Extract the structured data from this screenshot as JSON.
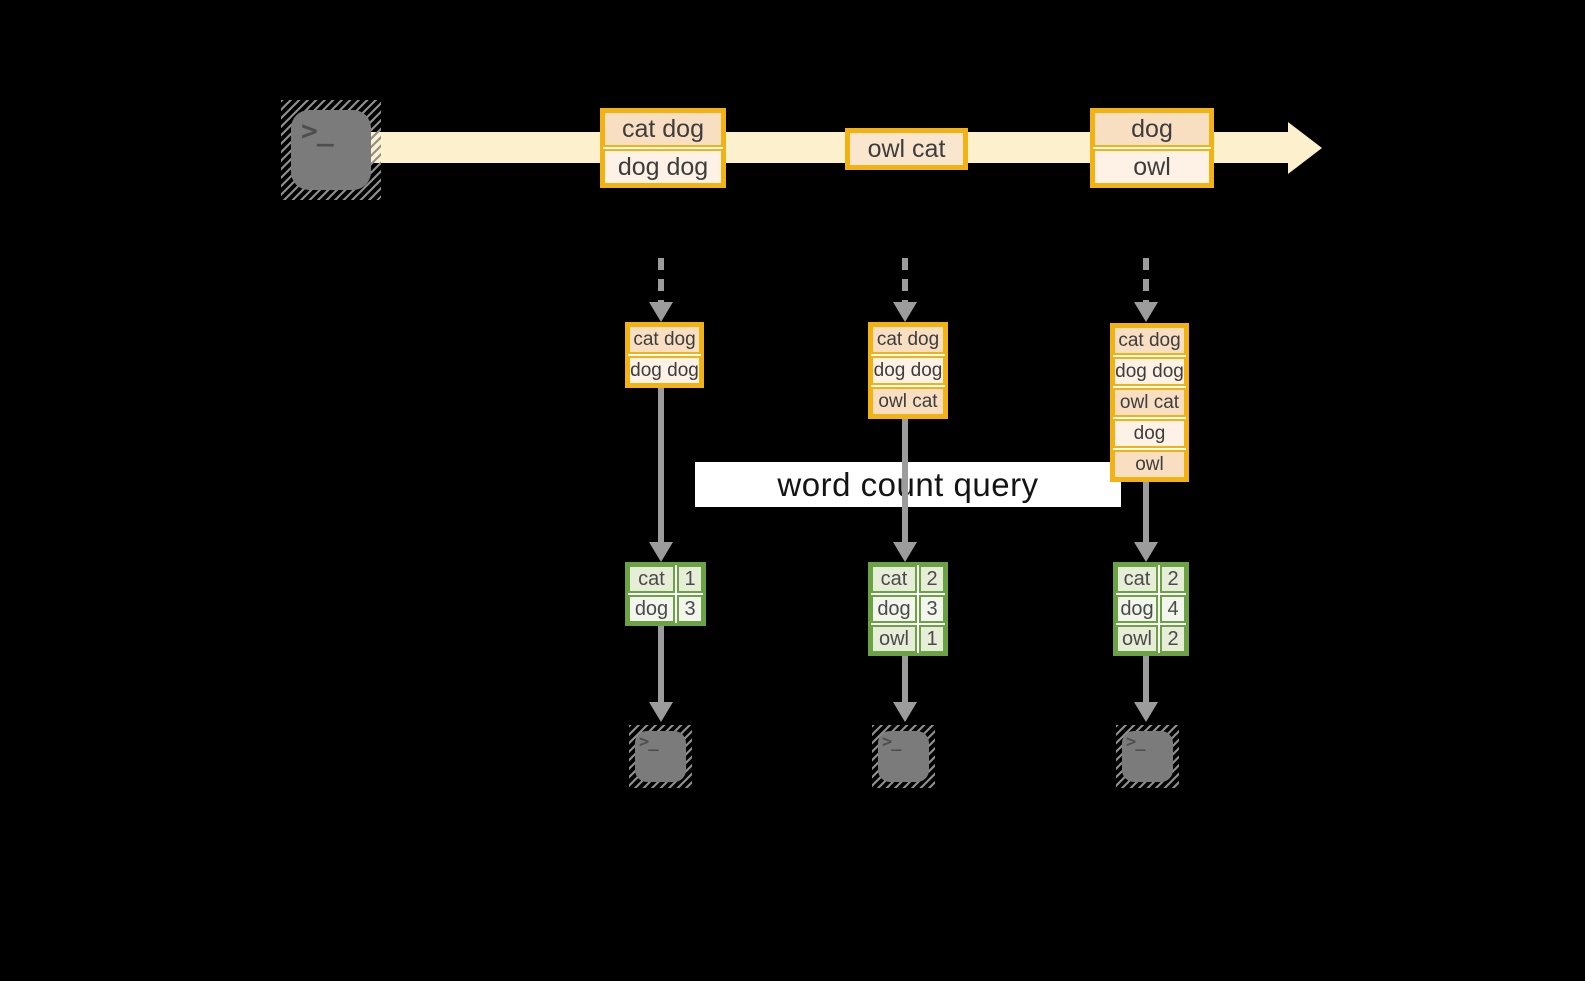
{
  "diagram": {
    "banner_label": "word count query",
    "terminal_glyph": ">_",
    "timeline_events": [
      {
        "cells": [
          "cat dog",
          "dog dog"
        ]
      },
      {
        "cells": [
          "owl cat"
        ]
      },
      {
        "cells": [
          "dog",
          "owl"
        ]
      }
    ],
    "snapshots": [
      {
        "cells": [
          "cat dog",
          "dog dog"
        ]
      },
      {
        "cells": [
          "cat dog",
          "dog dog",
          "owl cat"
        ]
      },
      {
        "cells": [
          "cat dog",
          "dog dog",
          "owl cat",
          "dog",
          "owl"
        ]
      }
    ],
    "counts": [
      {
        "rows": [
          {
            "word": "cat",
            "n": "1"
          },
          {
            "word": "dog",
            "n": "3"
          }
        ]
      },
      {
        "rows": [
          {
            "word": "cat",
            "n": "2"
          },
          {
            "word": "dog",
            "n": "3"
          },
          {
            "word": "owl",
            "n": "1"
          }
        ]
      },
      {
        "rows": [
          {
            "word": "cat",
            "n": "2"
          },
          {
            "word": "dog",
            "n": "4"
          },
          {
            "word": "owl",
            "n": "2"
          }
        ]
      }
    ],
    "colors": {
      "background": "#000000",
      "timeline_band": "#fdf0cd",
      "event_border": "#f2b211",
      "event_fill_dark": "#f9dfc2",
      "event_fill_light": "#fdf2e5",
      "table_border": "#6aa244",
      "table_fill_dark": "#e6eed8",
      "table_fill_light": "#f2f6ec",
      "arrow": "#9c9c9c",
      "banner_bg": "#ffffff",
      "terminal": "#7b7b7b"
    }
  }
}
